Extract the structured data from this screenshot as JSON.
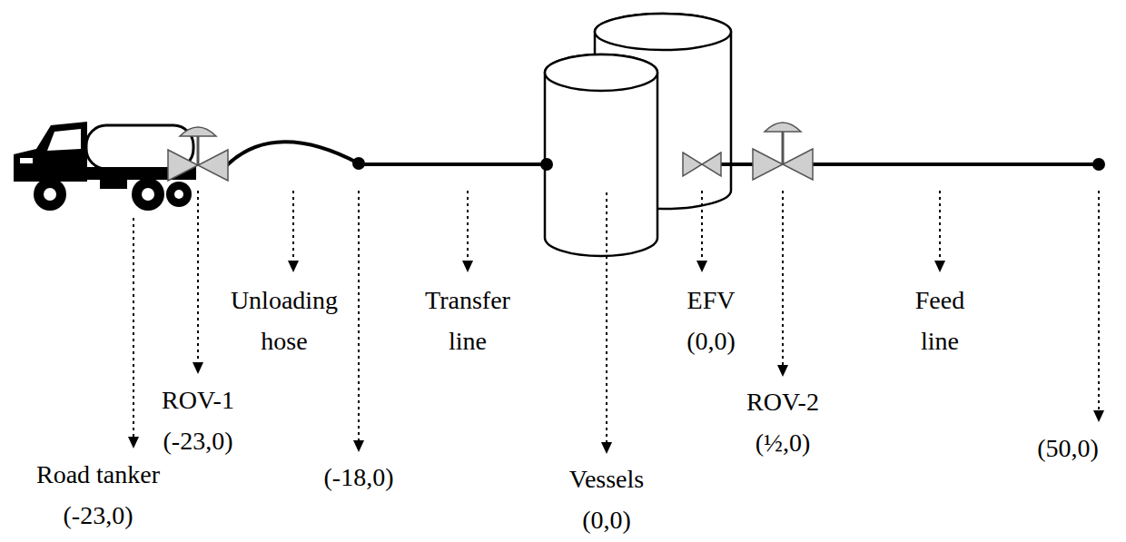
{
  "diagram": {
    "labels": [
      "Road tanker (-23,0)",
      "ROV-1 (-23,0)",
      "Unloading hose",
      "(-18,0)",
      "Transfer line",
      "Vessels (0,0)",
      "EFV (0,0)",
      "ROV-2 (½,0)",
      "Feed line",
      "(50,0)"
    ]
  }
}
